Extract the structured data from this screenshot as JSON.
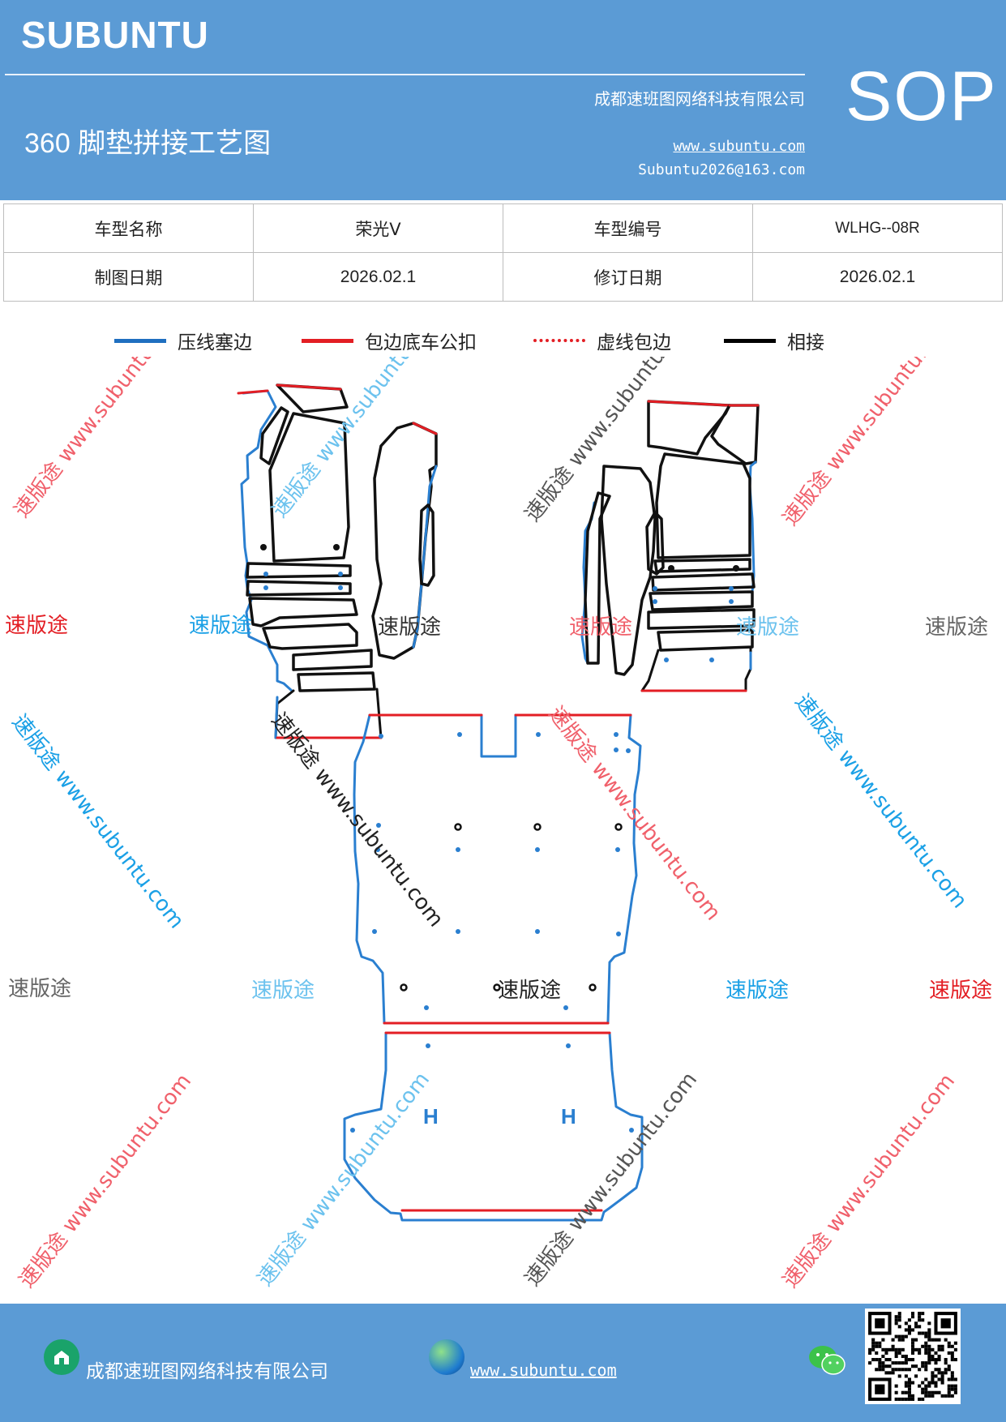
{
  "header": {
    "brand": "SUBUNTU",
    "company": "成都速班图网络科技有限公司",
    "title": "360 脚垫拼接工艺图",
    "website": "www.subuntu.com",
    "email": "Subuntu2026@163.com",
    "badge": "SOP"
  },
  "info": {
    "model_name_label": "车型名称",
    "model_name": "荣光Ⅴ",
    "model_code_label": "车型编号",
    "model_code": "WLHG--08R",
    "draw_date_label": "制图日期",
    "draw_date": "2026.02.1",
    "revise_date_label": "修订日期",
    "revise_date": "2026.02.1"
  },
  "legend": [
    {
      "label": "压线塞边",
      "color": "#1f6fc0",
      "style": "solid"
    },
    {
      "label": "包边底车公扣",
      "color": "#e31e24",
      "style": "solid"
    },
    {
      "label": "虚线包边",
      "color": "#e31e24",
      "style": "dotted"
    },
    {
      "label": "相接",
      "color": "#000000",
      "style": "solid"
    }
  ],
  "watermark": {
    "brand": "速版途",
    "diagonal": "速版途 www.subuntu.com",
    "colors": [
      "#e31e24",
      "#1aa0e6",
      "#555555"
    ]
  },
  "plan": {
    "rear_marks": [
      "H",
      "H"
    ],
    "colors": {
      "edge_blue": "#2a7fd0",
      "edge_red": "#e31e24",
      "join_black": "#111111"
    }
  },
  "footer": {
    "company": "成都速班图网络科技有限公司",
    "website": "www.subuntu.com",
    "home_icon": "building-icon",
    "globe_icon": "globe-icon",
    "chat_icon": "wechat-icon"
  }
}
